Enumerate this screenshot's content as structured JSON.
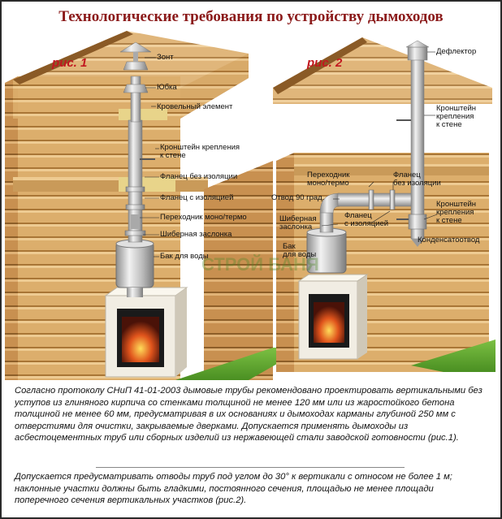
{
  "title": "Технологические требования по устройству дымоходов",
  "fig1": {
    "caption": "рис. 1",
    "labels": {
      "zont": "Зонт",
      "yubka": "Юбка",
      "krovel": "Кровельный элемент",
      "kronshtein_1": "Кронштейн крепления",
      "kronshtein_2": "к стене",
      "flanec_bez": "Фланец без изоляции",
      "flanec_s": "Фланец с изоляцией",
      "perehodnik": "Переходник моно/термо",
      "shiber": "Шиберная заслонка",
      "bak": "Бак для воды"
    }
  },
  "fig2": {
    "caption": "рис. 2",
    "labels": {
      "deflektor": "Дефлектор",
      "kronshtein_top_1": "Кронштейн",
      "kronshtein_top_2": "крепления",
      "kronshtein_top_3": "к стене",
      "perehodnik_1": "Переходник",
      "perehodnik_2": "моно/термо",
      "flanec_bez_1": "Фланец",
      "flanec_bez_2": "без изоляции",
      "otvod": "Отвод 90 град.",
      "shiber_1": "Шиберная",
      "shiber_2": "заслонка",
      "flanec_s_1": "Фланец",
      "flanec_s_2": "с изоляцией",
      "kronshtein_bot_1": "Кронштейн",
      "kronshtein_bot_2": "крепления",
      "kronshtein_bot_3": "к стене",
      "kondensat": "Конденсатоотвод",
      "bak_1": "Бак",
      "bak_2": "для воды"
    }
  },
  "watermark": "СТРОЙ БАНЯ",
  "paragraph1": "Согласно протоколу СНиП 41-01-2003 дымовые трубы рекомендовано проектировать вертикальными без уступов из глиняного кирпича со стенками толщиной не менее 120 мм или из жаростойкого бетона толщиной не менее 60 мм, предусматривая в их основаниях и дымоходах карманы глубиной 250 мм с отверстиями для очистки, закрываемые дверками. Допускается применять дымоходы из асбестоцементных труб или сборных изделий из нержавеющей стали заводской готовности (рис.1).",
  "paragraph2": "Допускается предусматривать отводы труб под углом до 30° к вертикали с относом не более 1 м; наклонные участки должны быть гладкими, постоянного сечения, площадью не менее площади поперечного сечения вертикальных участков (рис.2).",
  "colors": {
    "title": "#8b1a1a",
    "caption": "#c2181f",
    "wood": "#d9a866",
    "grass": "#5aa02c"
  }
}
